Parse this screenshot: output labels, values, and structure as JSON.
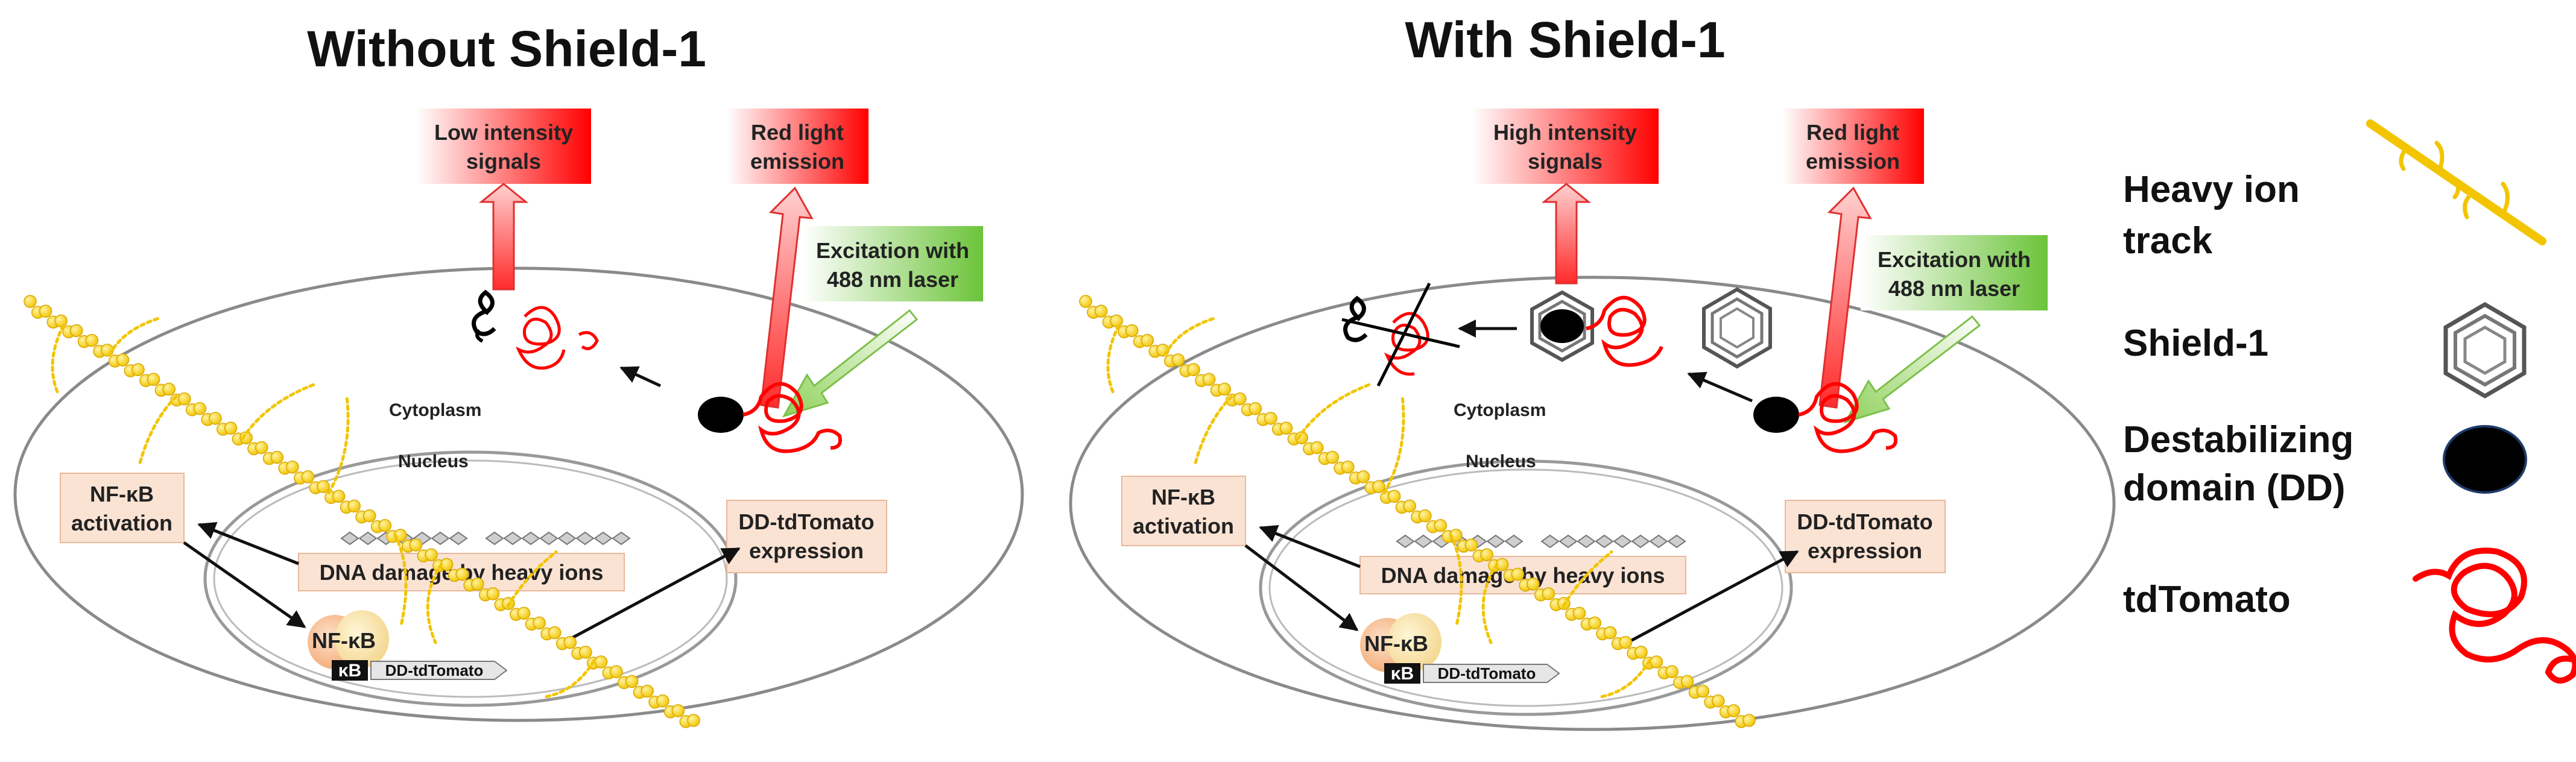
{
  "panels": [
    {
      "title": "Without Shield-1",
      "signal_box": "Low intensity\nsignals",
      "emission_box": "Red light\nemission",
      "excitation_box": "Excitation with\n488 nm laser",
      "cytoplasm_label": "Cytoplasm",
      "nucleus_label": "Nucleus",
      "nfkb_activation_box": "NF-κB\nactivation",
      "dna_damage_box": "DNA damage by heavy ions",
      "expression_box": "DD-tdTomato\nexpression",
      "nfkb_complex_label": "NF-κB",
      "kb_label": "κB",
      "gene_label": "DD-tdTomato"
    },
    {
      "title": "With Shield-1",
      "signal_box": "High intensity\nsignals",
      "emission_box": "Red light\nemission",
      "excitation_box": "Excitation with\n488 nm laser",
      "cytoplasm_label": "Cytoplasm",
      "nucleus_label": "Nucleus",
      "nfkb_activation_box": "NF-κB\nactivation",
      "dna_damage_box": "DNA damage by heavy ions",
      "expression_box": "DD-tdTomato\nexpression",
      "nfkb_complex_label": "NF-κB",
      "kb_label": "κB",
      "gene_label": "DD-tdTomato"
    }
  ],
  "legend": [
    {
      "label": "Heavy ion\ntrack",
      "icon": "heavy-ion-track-icon"
    },
    {
      "label": "Shield-1",
      "icon": "shield-1-icon"
    },
    {
      "label": "Destabilizing\ndomain (DD)",
      "icon": "destabilizing-domain-icon"
    },
    {
      "label": "tdTomato",
      "icon": "tdtomato-icon"
    }
  ],
  "colors": {
    "track": "#f2c500",
    "tdtomato": "#ff0000",
    "box_fill": "#fbe3d4",
    "excitation": "#8fd15a",
    "emission": "#ff3b3b"
  }
}
